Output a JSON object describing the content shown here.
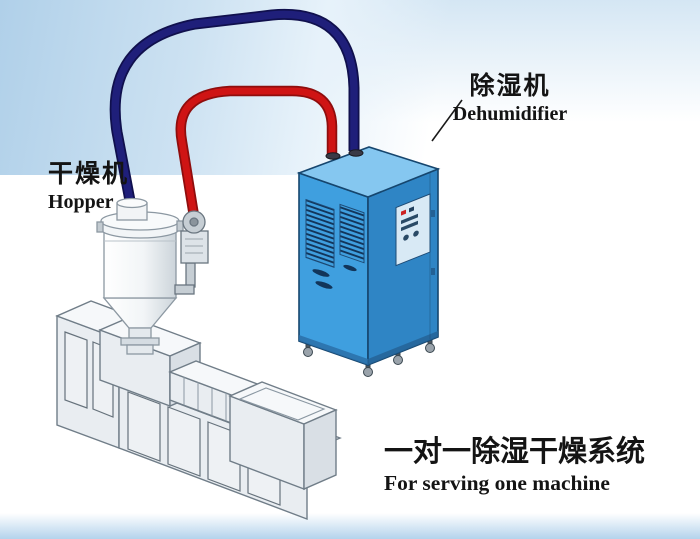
{
  "diagram": {
    "dehumidifier": {
      "label_zh": "除湿机",
      "label_en": "Dehumidifier"
    },
    "hopper": {
      "label_zh": "干燥机",
      "label_en": "Hopper"
    },
    "caption": {
      "line_zh": "一对一除湿干燥系统",
      "line_en": "For serving one machine"
    }
  },
  "colors": {
    "hose_return": "#1f1f7a",
    "hose_supply": "#cf1414",
    "cabinet_front": "#3f9fdf",
    "cabinet_side": "#2f85c5",
    "cabinet_top": "#85c7f0",
    "machine_body": "#e9edf1",
    "background_band": "#b0d0e9"
  }
}
